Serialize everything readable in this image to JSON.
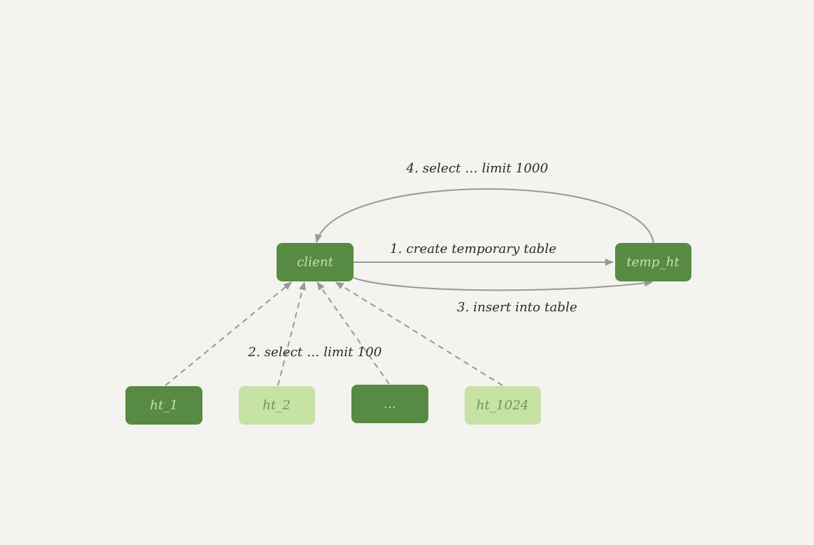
{
  "colors": {
    "background": "#f4f3ef",
    "dark_node": "#578a42",
    "dark_node_text": "#c5e3a8",
    "light_node": "#c6e2a4",
    "light_node_text": "#6a9a4f",
    "arrow": "#999999",
    "label_text": "#2b2b2b"
  },
  "nodes": {
    "client": {
      "label": "client",
      "style": "dark"
    },
    "temp_ht": {
      "label": "temp_ht",
      "style": "dark"
    },
    "ht_1": {
      "label": "ht_1",
      "style": "dark"
    },
    "ht_2": {
      "label": "ht_2",
      "style": "light"
    },
    "ellipsis": {
      "label": "…",
      "style": "dark"
    },
    "ht_1024": {
      "label": "ht_1024",
      "style": "light"
    }
  },
  "edges": {
    "step1": {
      "label": "1. create temporary table",
      "style": "solid"
    },
    "step2": {
      "label": "2. select … limit 100",
      "style": "dashed"
    },
    "step3": {
      "label": "3. insert into table",
      "style": "solid"
    },
    "step4": {
      "label": "4. select … limit 1000",
      "style": "solid"
    }
  }
}
